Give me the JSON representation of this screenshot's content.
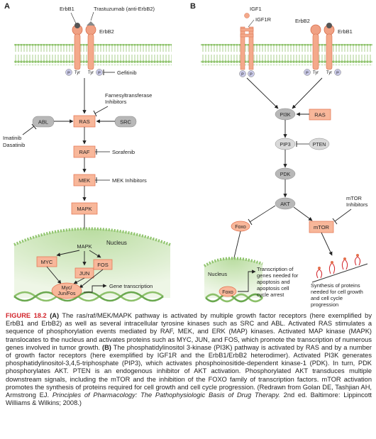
{
  "panel_a": {
    "label": "A",
    "erbb1": "ErbB1",
    "erbb2": "ErbB2",
    "trastuzumab": "Trastuzumab (anti-ErbB2)",
    "p": "P",
    "tyr": "Tyr",
    "gefitinib": "Gefitinib",
    "farnesyl_1": "Farnesyltransferase",
    "farnesyl_2": "Inhibitors",
    "abl": "ABL",
    "ras": "RAS",
    "src": "SRC",
    "imatinib": "Imatinib",
    "dasatinib": "Dasatinib",
    "raf": "RAF",
    "sorafenib": "Sorafenib",
    "mek": "MEK",
    "mek_inhibitors": "MEK Inhibitors",
    "mapk": "MAPK",
    "nucleus": "Nucleus",
    "mapk_nuc": "MAPK",
    "myc": "MYC",
    "jun": "JUN",
    "fos": "FOS",
    "complex_1": "Myc/",
    "complex_2": "Jun/Fos",
    "gene_transcription": "Gene transcription"
  },
  "panel_b": {
    "label": "B",
    "igf1": "IGF1",
    "igf1r": "IGF1R",
    "erbb2": "ErbB2",
    "erbb1": "ErbB1",
    "p": "P",
    "tyr": "Tyr",
    "pi3k": "PI3K",
    "ras": "RAS",
    "pip3": "PIP3",
    "pten": "PTEN",
    "pdk": "PDK",
    "akt": "AKT",
    "foxo": "Foxo",
    "mtor": "mTOR",
    "mtor_inh_1": "mTOR",
    "mtor_inh_2": "Inhibitors",
    "nucleus": "Nucleus",
    "foxo_nuc": "Foxo",
    "transcription_1": "Transcription of",
    "transcription_2": "genes needed for",
    "transcription_3": "apoptosis and",
    "transcription_4": "apoptosis cell",
    "transcription_5": "cycle arrest",
    "synthesis_1": "Synthesis of proteins",
    "synthesis_2": "needed for cell growth",
    "synthesis_3": "and cell cycle",
    "synthesis_4": "progression"
  },
  "caption": {
    "figure_label": "FIGURE 18.2",
    "part_a_label": "(A)",
    "part_a_text": " The ras/raf/MEK/MAPK pathway is activated by multiple growth factor receptors (here exemplified by ErbB1 and ErbB2) as well as several intracellular tyrosine kinases such as SRC and ABL. Activated RAS stimulates a sequence of phosphorylation events mediated by RAF, MEK, and ERK (MAP) kinases. Activated MAP kinase (MAPK) translocates to the nucleus and activates proteins such as MYC, JUN, and FOS, which promote the transcription of numerous genes involved in tumor growth. ",
    "part_b_label": "(B)",
    "part_b_text": " The phosphatidylinositol 3-kinase (PI3K) pathway is activated by RAS and by a number of growth factor receptors (here exemplified by IGF1R and the ErbB1/ErbB2 heterodimer). Activated PI3K generates phosphatidylinositol-3,4,5-triphosphate (PIP3), which activates phosphoinositide-dependent kinase-1 (PDK). In turn, PDK phosphorylates AKT. PTEN is an endogenous inhibitor of AKT activation. Phosphorylated AKT transduces multiple downstream signals, including the mTOR and the inhibition of the FOXO family of transcription factors. mTOR activation promotes the synthesis of proteins required for cell growth and cell cycle progression. (Redrawn from Golan DE, Tashjian AH, Armstrong EJ. ",
    "book_title": "Principles of Pharmacology: The Pathophysiologic Basis of Drug Therapy.",
    "citation_end": " 2nd ed. Baltimore: Lippincott Williams & Wilkins; 2008.)"
  },
  "colors": {
    "salmon_fill": "#f8b79a",
    "salmon_stroke": "#e36f4c",
    "grey_fill": "#b8b8b8",
    "membrane_green": "#a8d08d",
    "nucleus_green": "#cfe6b8",
    "dna_green": "#8cc06a",
    "caption_red": "#d2232a"
  }
}
